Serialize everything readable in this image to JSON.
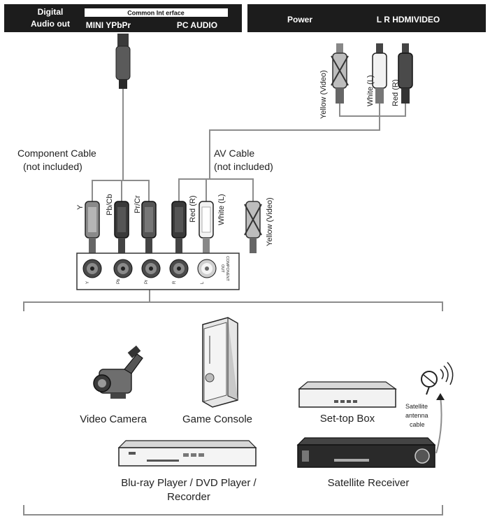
{
  "left_panel": {
    "digital_audio_out_line1": "Digital",
    "digital_audio_out_line2": "Audio out",
    "common_interface": "Common Int erface",
    "mini_ypbpr": "MINI YPbPr",
    "pc_audio": "PC AUDIO"
  },
  "right_panel": {
    "power": "Power",
    "ports": "L R HDMIVIDEO"
  },
  "top_plugs": {
    "yellow": "Yellow (Video)",
    "white": "White (L)",
    "red": "Red (R)"
  },
  "cables": {
    "component_line1": "Component Cable",
    "component_line2": "(not included)",
    "av_line1": "AV Cable",
    "av_line2": "(not included)"
  },
  "plugs": {
    "y": "Y",
    "pb": "Pb/Cb",
    "pr": "Pr/Cr",
    "red": "Red (R)",
    "white": "White (L)",
    "yellow": "Yellow (Video)"
  },
  "jack_panel": {
    "label_line1": "COMPONENT",
    "label_line2": "OUT",
    "jacks": [
      "Y",
      "Pb",
      "Pr",
      "R",
      "L"
    ]
  },
  "devices": {
    "video_camera": "Video Camera",
    "game_console": "Game Console",
    "set_top_box": "Set-top Box",
    "satellite_antenna_line1": "Satellite",
    "satellite_antenna_line2": "antenna",
    "satellite_antenna_line3": "cable",
    "bluray_line1": "Blu-ray Player / DVD Player /",
    "bluray_line2": "Recorder",
    "satellite_receiver": "Satellite Receiver"
  },
  "colors": {
    "panel": "#1c1c1c",
    "line": "#8c8c8c",
    "dark_plug": "#3a3a3a",
    "mid_plug": "#8a8a8a",
    "light_plug": "#e8e8e8"
  }
}
